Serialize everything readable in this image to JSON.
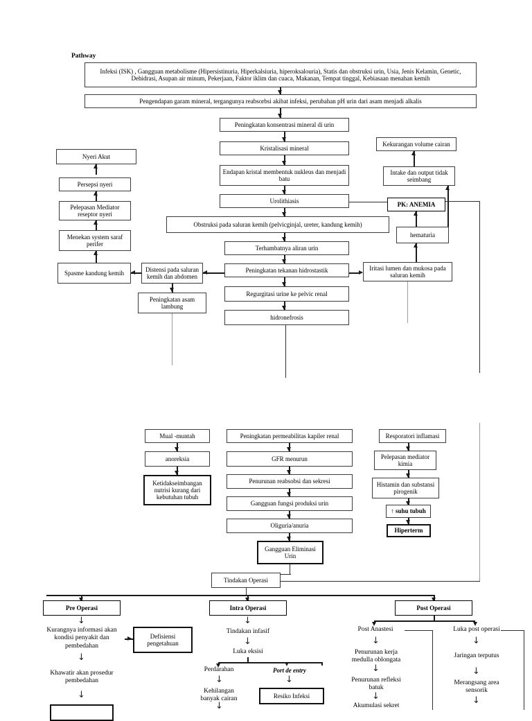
{
  "title": "Pathway",
  "top_chain": {
    "risk_factors": "Infeksi (ISK) , Gangguan metabolisme (Hipersistinuria, Hiperkalsiuria, hiperoksalouria), Statis dan obstruksi urin, Usia, Jenis Kelamin, Genetic, Dehidrasi, Asupan air minum, Pekerjaan, Faktor iklim dan cuaca, Makanan, Tempat tinggal, Kebiasaan menahan kemih",
    "deposition": "Pengendapan garam mineral, tergangunya reabsorbsi akibat infeksi, perubahan pH urin dari asam menjadi alkalis",
    "concentration": "Peningkatan konsentrasi mineral di urin",
    "crystallisation": "Kristalisasi mineral",
    "nucleus": "Endapan kristal membentuk nukleus dan menjadi batu",
    "urolithiasis": "Urolithiasis",
    "obstruction": "Obstruksi pada saluran kemih (pelvicginjal, ureter, kandung kemih)",
    "flow_block": "Terhambatnya aliran urin",
    "hydrostatic": "Peningkatan tekanan hidrostastik",
    "regurgitation": "Regurgitasi urine ke pelvic renal",
    "hydronephrosis": "hidronefrosis"
  },
  "pain_branch": {
    "nyeri_akut": "Nyeri Akut",
    "persepsi": "Persepsi nyeri",
    "mediator": "Pelepasan Mediator reseptor nyeri",
    "saraf": "Menekan system saraf perifer",
    "spasme": "Spasme kandung kemih",
    "distensi": "Distensi pada saluran kemih dan abdomen",
    "asam_lambung": "Peningkatan asam lambung"
  },
  "fluid_branch": {
    "kekurangan": "Kekurangan volume cairan",
    "intake": "Intake dan output tidak seimbang",
    "anemia": "PK: ANEMIA",
    "hematuria": "hematuria",
    "iritasi": "Iritasi lumen dan mukosa pada saluran kemih"
  },
  "gi_branch": {
    "mual": "Mual -muntah",
    "anoreksia": "anoreksia",
    "nutrisi": "Ketidakseimbangan nutrisi kurang dari kebutuhan tubuh"
  },
  "renal_branch": {
    "permeabilitas": "Peningkatan permeabilitas kapiler renal",
    "gfr": "GFR menurun",
    "reabsorbsi": "Penurunan reabsobsi dan sekresi",
    "produksi": "Gangguan fungsi produksi urin",
    "oliguria": "Oliguria/anuria",
    "eliminasi": "Gangguan Eliminasi Urin"
  },
  "inflammation_branch": {
    "resporatori": "Resporatori inflamasi",
    "mediator_kimia": "Pelepasan mediator kimia",
    "histamin": "Histamin dan substansi pirogenik",
    "suhu": "↑ suhu tubuh",
    "hipertermi": "Hiperterm"
  },
  "surgery": {
    "tindakan": "Tindakan Operasi",
    "pre": "Pre Operasi",
    "intra": "Intra Operasi",
    "post": "Post Operasi"
  },
  "pre_op": {
    "kurang_info": "Kurangnya informasi akan kondisi penyakit dan pembedahan",
    "defisiensi": "Defisiensi pengetahuan",
    "khawatir": "Khawatir akan prosedur pembedahan"
  },
  "intra_op": {
    "infasif": "Tindakan infasif",
    "luka_eksisi": "Luka eksisi",
    "perdarahan": "Perdarahan",
    "port_de_entry": "Port de entry",
    "kehilangan": "Kehilangan banyak cairan",
    "resiko_infeksi": "Resiko Infeksi"
  },
  "post_op": {
    "post_anastesi": "Post Anastesi",
    "medulla": "Penurunan kerja medulla oblongata",
    "refleksi": "Penurunan refleksi batuk",
    "akumulasi": "Akumulasi sekret",
    "luka_post": "Luka post operasi",
    "jaringan": "Jaringan terputus",
    "merangsang": "Merangsang area sensorik"
  },
  "colors": {
    "line": "#2e2e2e",
    "box_border": "#3a3a3a",
    "emphasis_border": "#000000",
    "background": "#ffffff"
  }
}
